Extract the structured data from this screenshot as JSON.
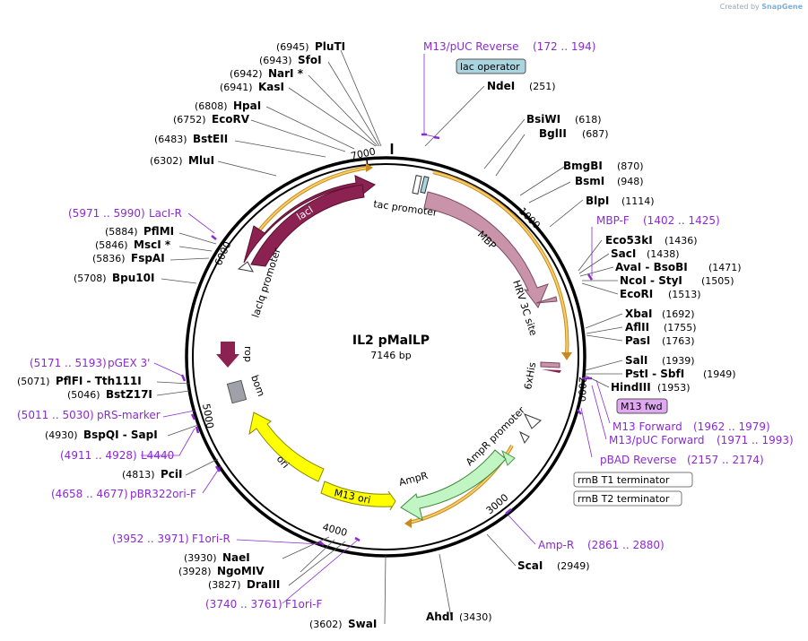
{
  "credit": {
    "prefix": "Created by",
    "brand": "SnapGene"
  },
  "plasmid": {
    "name": "IL2 pMalLP",
    "length": "7146 bp"
  },
  "ticks": [
    "7000",
    "1000",
    "2000",
    "3000",
    "4000",
    "5000",
    "6000"
  ],
  "features": {
    "lacI": "lacI",
    "lacIq": "lacIq promoter",
    "tac": "tac promoter",
    "MBP": "MBP",
    "hrv": "HRV 3C site",
    "his": "6xHis",
    "amprp": "AmpR promoter",
    "ampr": "AmpR",
    "m13ori": "M13 ori",
    "ori": "ori",
    "rop": "rop",
    "bom": "bom"
  },
  "boxes": {
    "lacop": "lac operator",
    "m13fwd": "M13 fwd",
    "rrnbt1": "rrnB T1 terminator",
    "rrnbt2": "rrnB T2 terminator"
  },
  "enzymes": [
    {
      "name": "PluTI",
      "pos": "(6945)"
    },
    {
      "name": "SfoI",
      "pos": "(6943)"
    },
    {
      "name": "NarI *",
      "pos": "(6942)"
    },
    {
      "name": "KasI",
      "pos": "(6941)"
    },
    {
      "name": "HpaI",
      "pos": "(6808)"
    },
    {
      "name": "EcoRV",
      "pos": "(6752)"
    },
    {
      "name": "BstEII",
      "pos": "(6483)"
    },
    {
      "name": "MluI",
      "pos": "(6302)"
    },
    {
      "name": "PflMI",
      "pos": "(5884)"
    },
    {
      "name": "MscI *",
      "pos": "(5846)"
    },
    {
      "name": "FspAI",
      "pos": "(5836)"
    },
    {
      "name": "Bpu10I",
      "pos": "(5708)"
    },
    {
      "name": "PflFI  - Tth111I",
      "pos": "(5071)"
    },
    {
      "name": "BstZ17I",
      "pos": "(5046)"
    },
    {
      "name": "BspQI  - SapI",
      "pos": "(4930)"
    },
    {
      "name": "PciI",
      "pos": "(4813)"
    },
    {
      "name": "NaeI",
      "pos": "(3930)"
    },
    {
      "name": "NgoMIV",
      "pos": "(3928)"
    },
    {
      "name": "DraIII",
      "pos": "(3827)"
    },
    {
      "name": "SwaI",
      "pos": "(3602)"
    },
    {
      "name": "AhdI",
      "pos": "(3430)"
    },
    {
      "name": "ScaI",
      "pos": "(2949)"
    },
    {
      "name": "NdeI",
      "pos": "(251)"
    },
    {
      "name": "BsiWI",
      "pos": "(618)"
    },
    {
      "name": "BglII",
      "pos": "(687)"
    },
    {
      "name": "BmgBI",
      "pos": "(870)"
    },
    {
      "name": "BsmI",
      "pos": "(948)"
    },
    {
      "name": "BlpI",
      "pos": "(1114)"
    },
    {
      "name": "Eco53kI",
      "pos": "(1436)"
    },
    {
      "name": "SacI",
      "pos": "(1438)"
    },
    {
      "name": "AvaI  - BsoBI",
      "pos": "(1471)"
    },
    {
      "name": "NcoI  - StyI",
      "pos": "(1505)"
    },
    {
      "name": "EcoRI",
      "pos": "(1513)"
    },
    {
      "name": "XbaI",
      "pos": "(1692)"
    },
    {
      "name": "AflII",
      "pos": "(1755)"
    },
    {
      "name": "PasI",
      "pos": "(1763)"
    },
    {
      "name": "SalI",
      "pos": "(1939)"
    },
    {
      "name": "PstI  - SbfI",
      "pos": "(1949)"
    },
    {
      "name": "HindIII",
      "pos": "(1953)"
    }
  ],
  "primers": [
    {
      "name": "M13/pUC Reverse",
      "range": "(172 .. 194)"
    },
    {
      "name": "MBP-F",
      "range": "(1402 .. 1425)"
    },
    {
      "name": "M13 Forward",
      "range": "(1962 .. 1979)"
    },
    {
      "name": "M13/pUC Forward",
      "range": "(1971 .. 1993)"
    },
    {
      "name": "pBAD Reverse",
      "range": "(2157 .. 2174)"
    },
    {
      "name": "Amp-R",
      "range": "(2861 .. 2880)"
    },
    {
      "name": "LacI-R",
      "range": "(5971 .. 5990)"
    },
    {
      "name": "pGEX 3'",
      "range": "(5171 .. 5193)"
    },
    {
      "name": "pRS-marker",
      "range": "(5011 .. 5030)"
    },
    {
      "name": "L4440",
      "range": "(4911 .. 4928)"
    },
    {
      "name": "pBR322ori-F",
      "range": "(4658 .. 4677)"
    },
    {
      "name": "F1ori-R",
      "range": "(3952 .. 3971)"
    },
    {
      "name": "F1ori-F",
      "range": "(3740 .. 3761)"
    }
  ],
  "colors": {
    "lacI": "#8b2252",
    "MBP": "#c993aa",
    "AmpR": "#c2f5c4",
    "ori": "#ffff00",
    "rop": "#8b2252",
    "bom": "#a0a0a8",
    "orange": "#f0b030",
    "primer": "#8a2bd1",
    "lacop": "#a9d4e0",
    "m13fwd": "#e0a8f0"
  }
}
